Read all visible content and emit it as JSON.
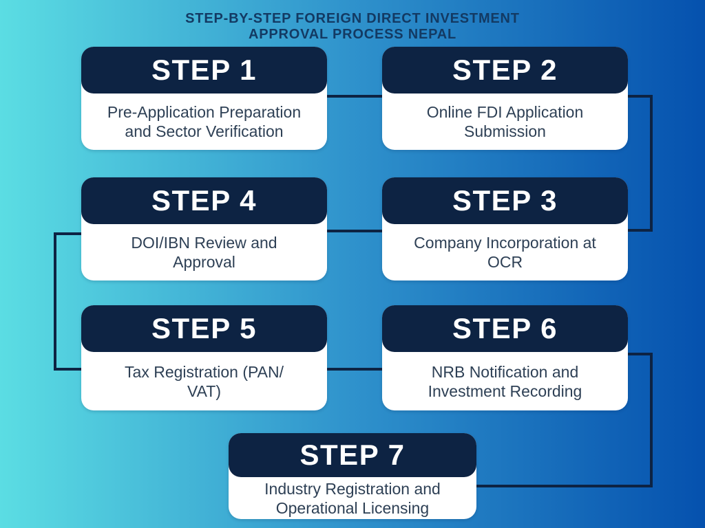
{
  "title": {
    "lines": [
      "STEP-BY-STEP FOREIGN DIRECT INVESTMENT",
      "APPROVAL PROCESS NEPAL"
    ]
  },
  "steps": [
    {
      "label": "STEP 1",
      "description_lines": [
        "Pre-Application Preparation",
        "and Sector Verification"
      ]
    },
    {
      "label": "STEP 2",
      "description_lines": [
        "Online FDI Application",
        "Submission"
      ]
    },
    {
      "label": "STEP 3",
      "description_lines": [
        "Company Incorporation at",
        "OCR"
      ]
    },
    {
      "label": "STEP 4",
      "description_lines": [
        "DOI/IBN Review and",
        "Approval"
      ]
    },
    {
      "label": "STEP 5",
      "description_lines": [
        "Tax Registration (PAN/",
        "VAT)"
      ]
    },
    {
      "label": "STEP 6",
      "description_lines": [
        "NRB Notification and",
        "Investment Recording"
      ]
    },
    {
      "label": "STEP 7",
      "description_lines": [
        "Industry Registration and",
        "Operational Licensing"
      ]
    }
  ],
  "flow_order": [
    "STEP 1",
    "STEP 2",
    "STEP 3",
    "STEP 4",
    "STEP 5",
    "STEP 6",
    "STEP 7"
  ],
  "colors": {
    "background_gradient_left": "#5bdde3",
    "background_gradient_mid": "#2f92cc",
    "background_gradient_right": "#0551ae",
    "card_header": "#0d2343",
    "card_body": "#ffffff",
    "header_text": "#ffffff",
    "body_text": "#2e4055",
    "title_text": "#133a63",
    "connector": "#0d2343"
  }
}
